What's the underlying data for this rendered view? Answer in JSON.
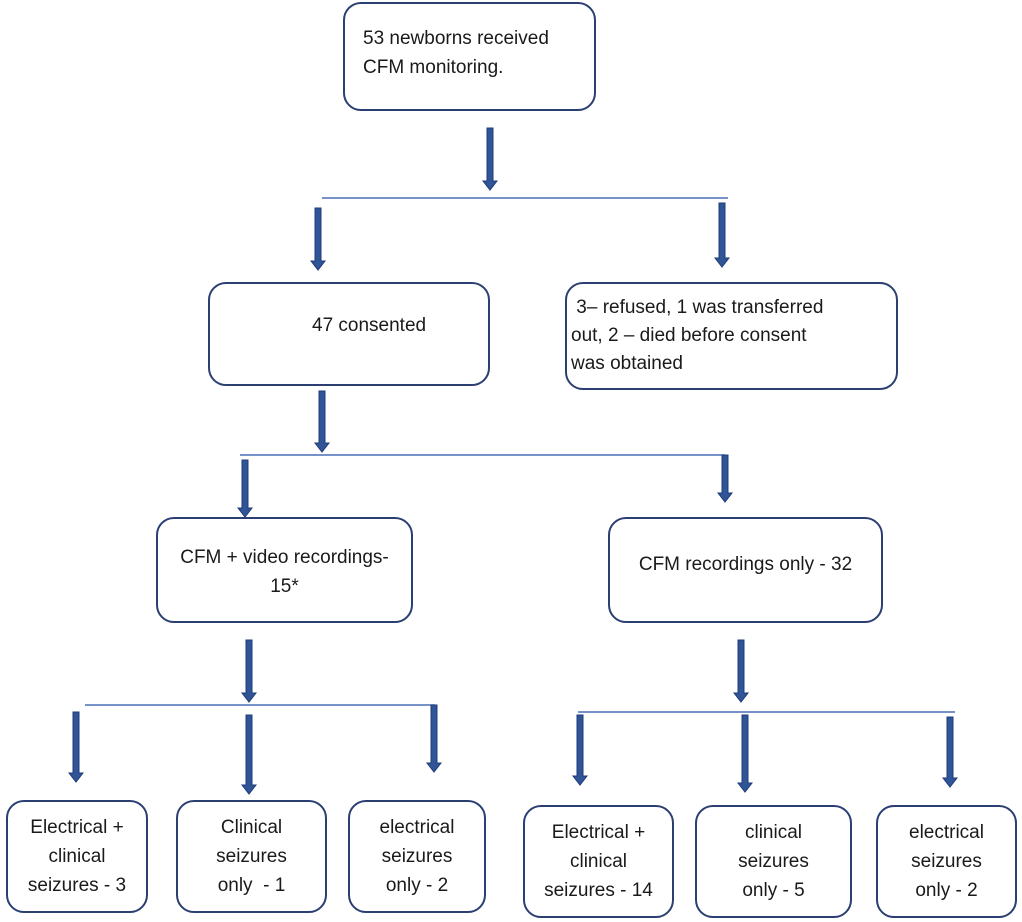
{
  "nodes": {
    "root": {
      "lines": [
        "53 newborns received",
        "CFM monitoring."
      ]
    },
    "consented": {
      "text": "47 consented"
    },
    "excluded": {
      "lines": [
        " 3– refused, 1 was transferred",
        "out, 2 – died before consent",
        "was obtained"
      ]
    },
    "video": {
      "lines": [
        "CFM + video recordings-",
        "15*"
      ]
    },
    "cfm_only": {
      "text": "CFM recordings only - 32"
    },
    "video_children": [
      {
        "lines": [
          "Electrical +",
          "clinical",
          "seizures - 3"
        ]
      },
      {
        "lines": [
          "Clinical",
          "seizures",
          "only  - 1"
        ]
      },
      {
        "lines": [
          "electrical",
          "seizures",
          "only - 2"
        ]
      }
    ],
    "cfm_children": [
      {
        "lines": [
          "Electrical +",
          "clinical",
          "seizures - 14"
        ]
      },
      {
        "lines": [
          "clinical",
          "seizures",
          "only - 5"
        ]
      },
      {
        "lines": [
          "electrical",
          "seizures",
          "only - 2"
        ]
      }
    ]
  },
  "colors": {
    "arrow": "#2f5597",
    "border": "#2b3f73",
    "line": "#4a6fb5"
  }
}
